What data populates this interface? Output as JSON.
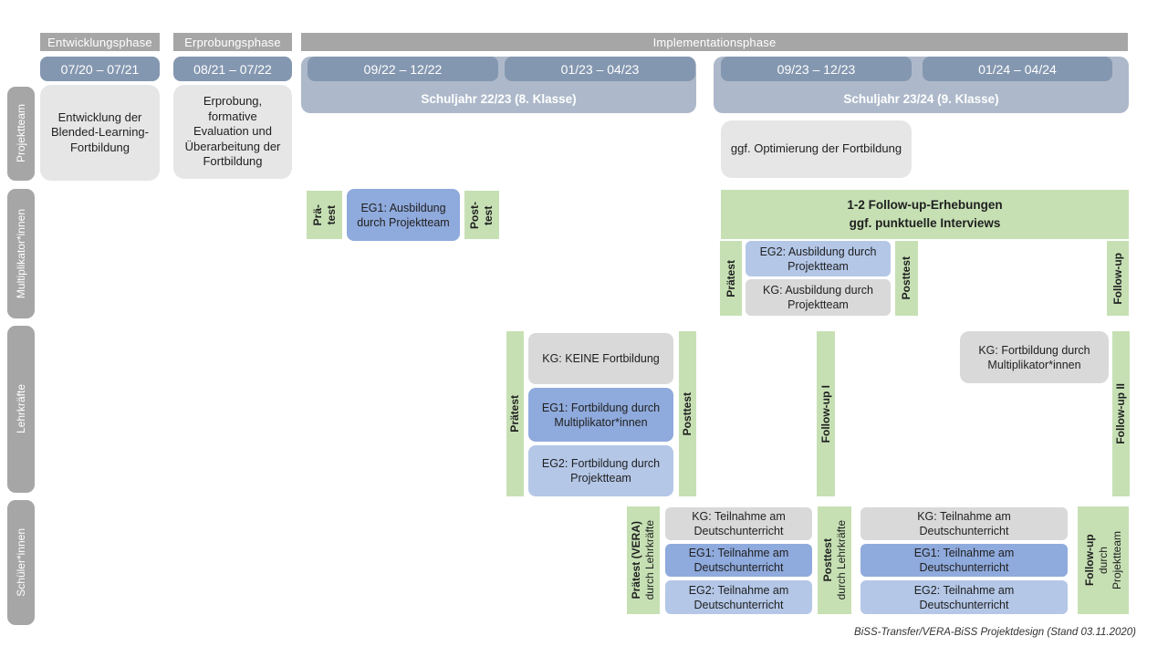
{
  "palette": {
    "phase_bar": "#a6a6a6",
    "row_label": "#a6a6a6",
    "period_blue": "#8497b0",
    "year_band": "#adb9ca",
    "box_light_gray": "#e7e6e6",
    "kg_gray": "#d9d9d9",
    "eg1_blue": "#8faadc",
    "eg2_blue": "#b4c7e7",
    "green": "#c6e0b4"
  },
  "timeline": {
    "phases": [
      {
        "label": "Entwicklungsphase"
      },
      {
        "label": "Erprobungsphase"
      },
      {
        "label": "Implementationsphase"
      }
    ],
    "periods": [
      {
        "label": "07/20 – 07/21"
      },
      {
        "label": "08/21 – 07/22"
      },
      {
        "label": "09/22 – 12/22"
      },
      {
        "label": "01/23 – 04/23"
      },
      {
        "label": "09/23 – 12/23"
      },
      {
        "label": "01/24 – 04/24"
      }
    ],
    "school_years": [
      {
        "label": "Schuljahr 22/23 (8. Klasse)"
      },
      {
        "label": "Schuljahr 23/24 (9. Klasse)"
      }
    ]
  },
  "row_labels": [
    {
      "label": "Projektteam"
    },
    {
      "label": "Multiplikator*innen"
    },
    {
      "label": "Lehrkräfte"
    },
    {
      "label": "Schüler*innen"
    }
  ],
  "projektteam_row": {
    "development_box": "Entwicklung der Blended-Learning-Fortbildung",
    "testing_box": "Erprobung, formative Evaluation und Überarbeitung der Fortbildung",
    "optimization_box": "ggf. Optimierung der Fortbildung"
  },
  "multiplikator_row": {
    "pretest": {
      "line1": "Prä-",
      "line2": "test"
    },
    "eg1_box": "EG1: Ausbildung durch Projektteam",
    "posttest": {
      "line1": "Post-",
      "line2": "test"
    },
    "followup_banner": {
      "line1": "1-2 Follow-up-Erhebungen",
      "line2": "ggf. punktuelle Interviews"
    },
    "pretest2": "Prätest",
    "eg2_box": "EG2: Ausbildung durch Projektteam",
    "kg_box": "KG: Ausbildung durch Projektteam",
    "posttest2": "Posttest",
    "followup": "Follow-up"
  },
  "lehrkraefte_row": {
    "pretest": "Prätest",
    "kg_box": "KG: KEINE Fortbildung",
    "eg1_box": "EG1: Fortbildung durch Multiplikator*innen",
    "eg2_box": "EG2: Fortbildung durch Projektteam",
    "posttest": "Posttest",
    "followup1": "Follow-up I",
    "kg_followup_box": "KG: Fortbildung durch Multiplikator*innen",
    "followup2": "Follow-up II"
  },
  "schueler_row": {
    "pretest": {
      "main": "Prätest (VERA)",
      "sub": "durch Lehrkräfte"
    },
    "kg_box1": "KG: Teilnahme am Deutschunterricht",
    "eg1_box1": "EG1: Teilnahme am Deutschunterricht",
    "eg2_box1": "EG2: Teilnahme am Deutschunterricht",
    "posttest": {
      "main": "Posttest",
      "sub": "durch Lehrkräfte"
    },
    "kg_box2": "KG: Teilnahme am Deutschunterricht",
    "eg1_box2": "EG1: Teilnahme am Deutschunterricht",
    "eg2_box2": "EG2: Teilnahme am Deutschunterricht",
    "followup": {
      "main": "Follow-up",
      "sub1": "durch",
      "sub2": "Projektteam"
    }
  },
  "caption": "BiSS-Transfer/VERA-BiSS Projektdesign (Stand 03.11.2020)"
}
